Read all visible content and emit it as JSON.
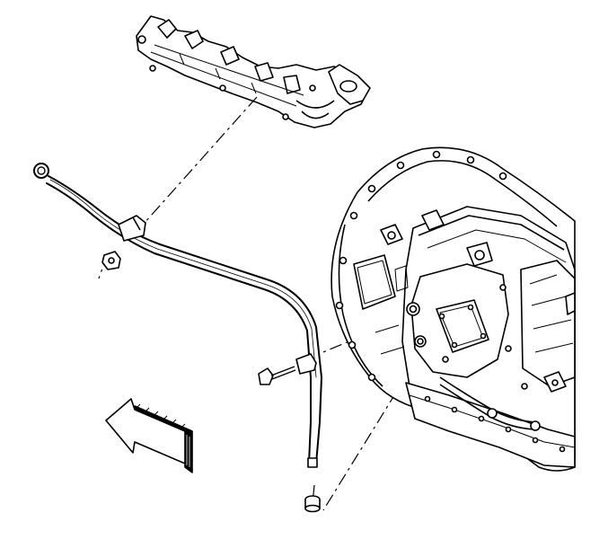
{
  "diagram": {
    "line_color": "#000000",
    "background_color": "#ffffff",
    "components": [
      {
        "name": "exhaust-manifold",
        "icon": "exhaust-manifold-illustration"
      },
      {
        "name": "dipstick-tube",
        "icon": "dipstick-tube-illustration"
      },
      {
        "name": "transmission-assembly",
        "icon": "transmission-illustration"
      },
      {
        "name": "mounting-bolt",
        "icon": "bolt-icon"
      },
      {
        "name": "tube-bracket",
        "icon": "bracket-icon"
      },
      {
        "name": "tube-seal",
        "icon": "seal-icon"
      },
      {
        "name": "front-direction-arrow",
        "icon": "arrow-left-icon"
      }
    ]
  }
}
